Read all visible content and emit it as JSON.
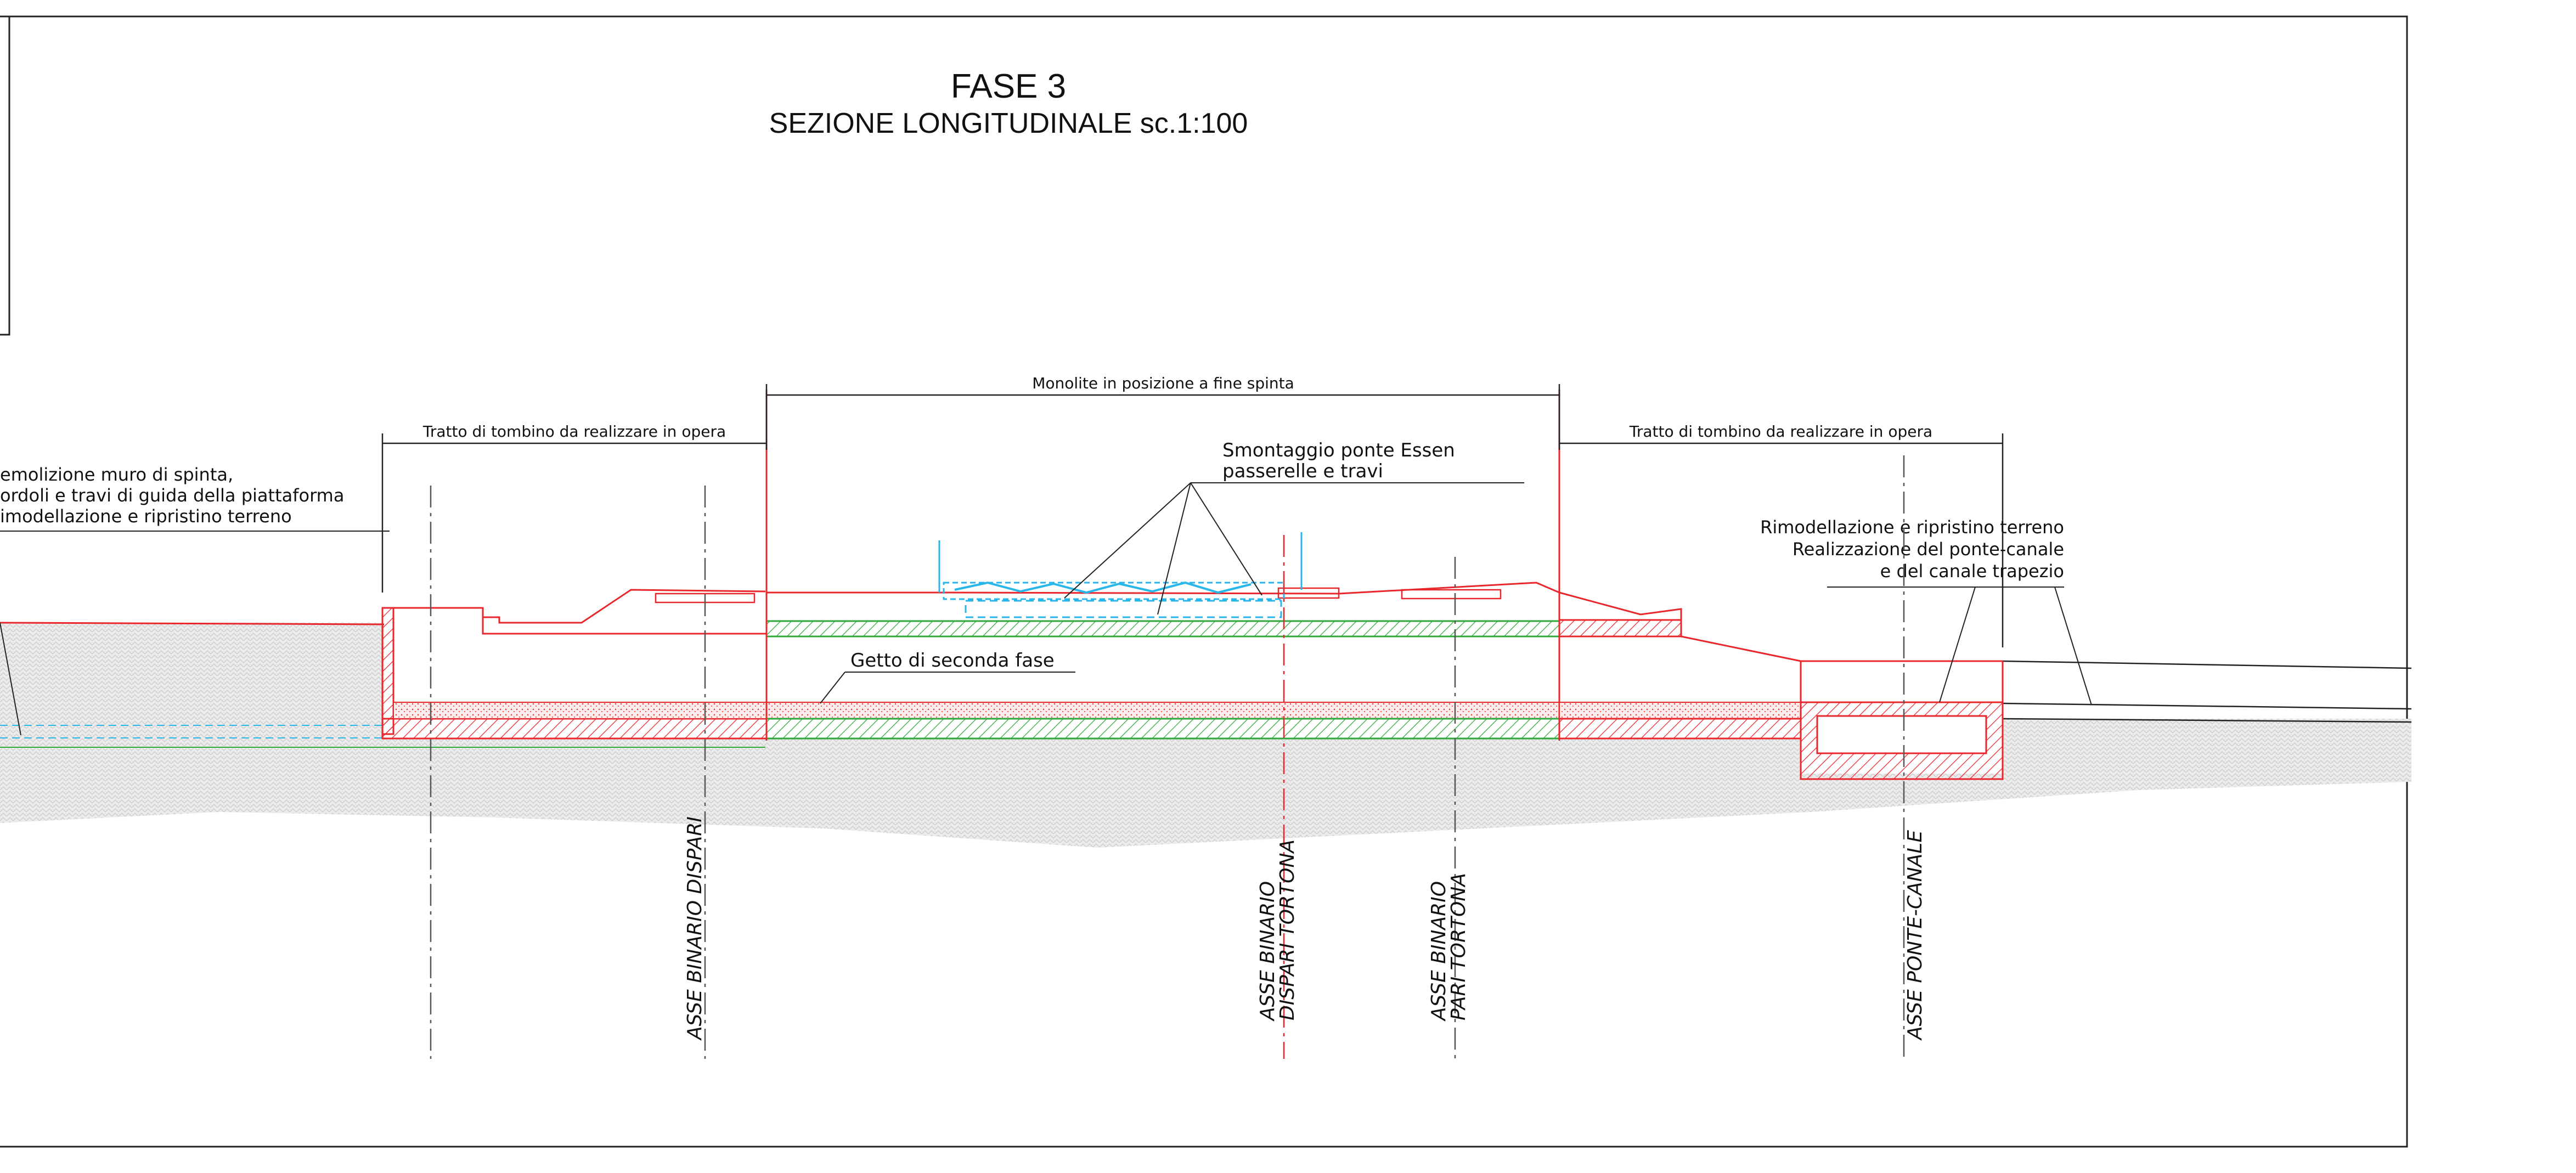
{
  "title": "FASE  3",
  "subtitle": "SEZIONE LONGITUDINALE sc.1:100",
  "dimensions": {
    "left": "Tratto di tombino da realizzare in opera",
    "center": "Monolite in posizione a fine spinta",
    "right": "Tratto di tombino da realizzare in opera"
  },
  "notes": {
    "left": [
      "emolizione muro di spinta,",
      "ordoli e travi di guida della piattaforma",
      "imodellazione e ripristino terreno"
    ],
    "center": [
      "Smontaggio ponte Essen",
      "passerelle e travi"
    ],
    "right": [
      "Rimodellazione e ripristino terreno",
      "Realizzazione del ponte-canale",
      "e del canale trapezio"
    ],
    "getto": "Getto di seconda fase"
  },
  "axes": {
    "dispari": "ASSE  BINARIO  DISPARI",
    "dispari_tortona_1": "ASSE  BINARIO",
    "dispari_tortona_2": "DISPARI  TORTONA",
    "pari_tortona_1": "ASSE  BINARIO",
    "pari_tortona_2": "PARI  TORTONA",
    "ponte_canale": "ASSE  PONTE-CANALE"
  },
  "colors": {
    "structure": "#e8262c",
    "fill_green": "#2ea83a",
    "demolition": "#29b6e8",
    "ground": "#d4d4d4",
    "line": "#222222"
  }
}
